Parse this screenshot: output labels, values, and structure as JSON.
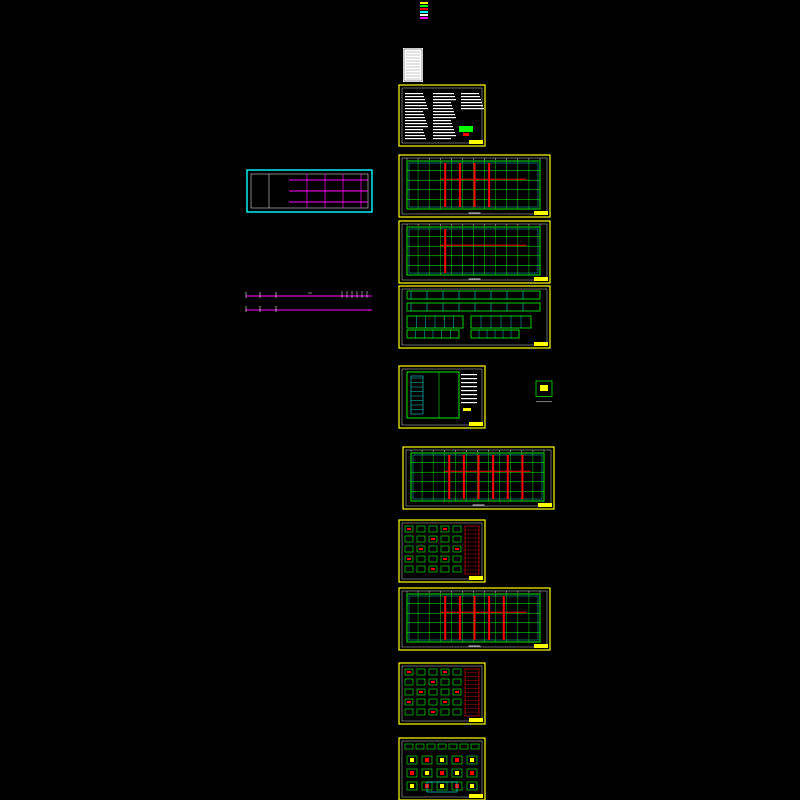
{
  "drawing": {
    "background": "#000000",
    "colors": {
      "frame": "#ffff00",
      "plan_line": "#00ff00",
      "accent": "#ff0000",
      "aux": "#00ffff",
      "section": "#ff00ff",
      "text": "#ffffff"
    },
    "sheets": [
      {
        "kind": "legend-stack",
        "name": "legend-stack"
      },
      {
        "kind": "title-block",
        "name": "title-sheet"
      },
      {
        "kind": "notes",
        "name": "notes-sheet"
      },
      {
        "kind": "plan",
        "name": "plan-sheet-1",
        "red_columns": 4
      },
      {
        "kind": "plan",
        "name": "plan-sheet-2",
        "red_columns": 1
      },
      {
        "kind": "sections",
        "name": "sections-sheet"
      },
      {
        "kind": "detail",
        "name": "detail-sheet"
      },
      {
        "kind": "small-detail",
        "name": "small-detail-icon"
      },
      {
        "kind": "plan",
        "name": "plan-sheet-3",
        "red_columns": 6
      },
      {
        "kind": "details-table",
        "name": "details-table-sheet"
      },
      {
        "kind": "plan",
        "name": "plan-sheet-4",
        "red_columns": 5
      },
      {
        "kind": "details-table",
        "name": "details-sheet-2"
      },
      {
        "kind": "details-mixed",
        "name": "details-sheet-3"
      },
      {
        "kind": "preview-plan",
        "name": "preview-plan-cyan"
      },
      {
        "kind": "preview-sections",
        "name": "preview-sections"
      }
    ]
  }
}
